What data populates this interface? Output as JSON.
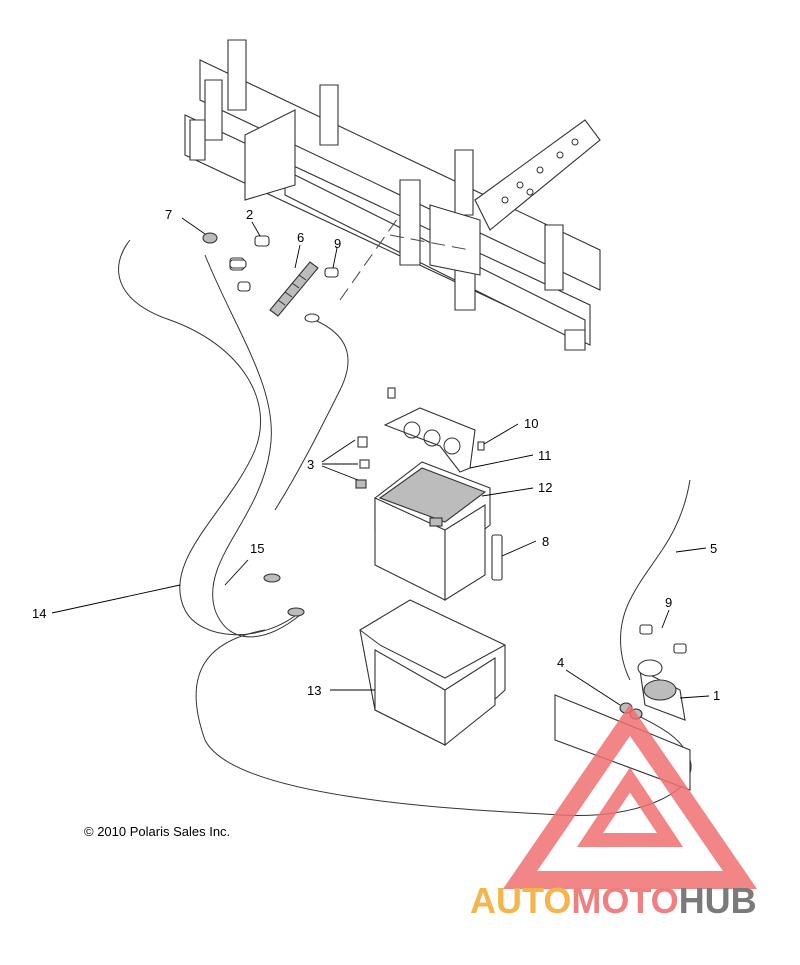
{
  "copyright": "© 2010 Polaris Sales Inc.",
  "callouts": [
    {
      "id": "c1",
      "text": "1"
    },
    {
      "id": "c2",
      "text": "2"
    },
    {
      "id": "c3",
      "text": "3"
    },
    {
      "id": "c4",
      "text": "4"
    },
    {
      "id": "c5",
      "text": "5"
    },
    {
      "id": "c6",
      "text": "6"
    },
    {
      "id": "c7",
      "text": "7"
    },
    {
      "id": "c8",
      "text": "8"
    },
    {
      "id": "c9a",
      "text": "9"
    },
    {
      "id": "c9b",
      "text": "9"
    },
    {
      "id": "c10",
      "text": "10"
    },
    {
      "id": "c11",
      "text": "11"
    },
    {
      "id": "c12",
      "text": "12"
    },
    {
      "id": "c13",
      "text": "13"
    },
    {
      "id": "c14",
      "text": "14"
    },
    {
      "id": "c15",
      "text": "15"
    }
  ],
  "watermark": {
    "part1": "AUTO",
    "part2": "MOTO",
    "part3": "HUB",
    "colors": {
      "auto": "#f5b54a",
      "moto": "#f08080",
      "hub": "#7a7a7a",
      "triangle": "#f07070"
    }
  }
}
